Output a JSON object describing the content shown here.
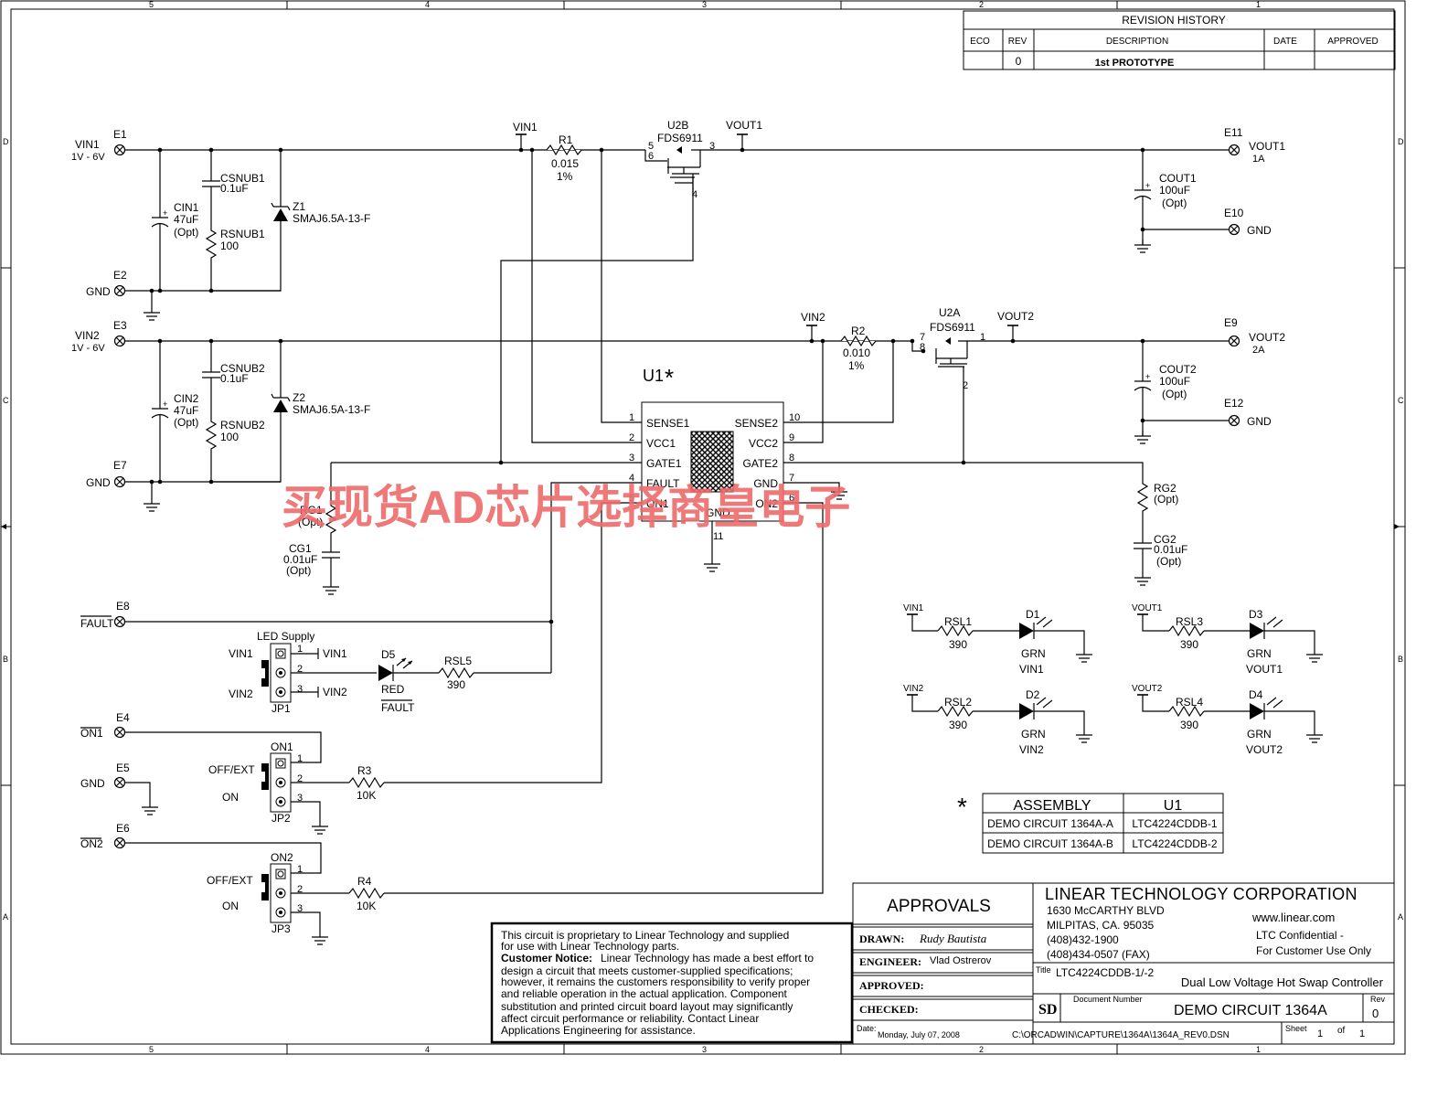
{
  "border": {
    "columns": [
      "5",
      "4",
      "3",
      "2",
      "1"
    ],
    "rows": [
      "D",
      "C",
      "B",
      "A"
    ]
  },
  "revision_history": {
    "title": "REVISION HISTORY",
    "headers": [
      "ECO",
      "REV",
      "DESCRIPTION",
      "DATE",
      "APPROVED"
    ],
    "rows": [
      {
        "eco": "",
        "rev": "0",
        "description": "1st PROTOTYPE",
        "date": "",
        "approved": ""
      }
    ]
  },
  "connectors": {
    "e1": {
      "ref": "E1",
      "net": "VIN1",
      "range": "1V - 6V"
    },
    "e2": {
      "ref": "E2",
      "net": "GND"
    },
    "e3": {
      "ref": "E3",
      "net": "VIN2",
      "range": "1V - 6V"
    },
    "e7": {
      "ref": "E7",
      "net": "GND"
    },
    "e11": {
      "ref": "E11",
      "net": "VOUT1",
      "current": "1A"
    },
    "e10": {
      "ref": "E10",
      "net": "GND"
    },
    "e9": {
      "ref": "E9",
      "net": "VOUT2",
      "current": "2A"
    },
    "e12": {
      "ref": "E12",
      "net": "GND"
    },
    "e8": {
      "ref": "E8",
      "net": "FAULT"
    },
    "e4": {
      "ref": "E4",
      "net": "ON1"
    },
    "e5": {
      "ref": "E5",
      "net": "GND"
    },
    "e6": {
      "ref": "E6",
      "net": "ON2"
    }
  },
  "components": {
    "cin1": {
      "ref": "CIN1",
      "value": "47uF",
      "note": "(Opt)"
    },
    "csnub1": {
      "ref": "CSNUB1",
      "value": "0.1uF"
    },
    "rsnub1": {
      "ref": "RSNUB1",
      "value": "100"
    },
    "z1": {
      "ref": "Z1",
      "value": "SMAJ6.5A-13-F"
    },
    "cin2": {
      "ref": "CIN2",
      "value": "47uF",
      "note": "(Opt)"
    },
    "csnub2": {
      "ref": "CSNUB2",
      "value": "0.1uF"
    },
    "rsnub2": {
      "ref": "RSNUB2",
      "value": "100"
    },
    "z2": {
      "ref": "Z2",
      "value": "SMAJ6.5A-13-F"
    },
    "r1": {
      "ref": "R1",
      "value": "0.015",
      "tol": "1%"
    },
    "r2": {
      "ref": "R2",
      "value": "0.010",
      "tol": "1%"
    },
    "u2b": {
      "ref": "U2B",
      "value": "FDS6911",
      "pins": [
        "5",
        "6",
        "3",
        "4"
      ]
    },
    "u2a": {
      "ref": "U2A",
      "value": "FDS6911",
      "pins": [
        "7",
        "8",
        "1",
        "2"
      ]
    },
    "cout1": {
      "ref": "COUT1",
      "value": "100uF",
      "note": "(Opt)"
    },
    "cout2": {
      "ref": "COUT2",
      "value": "100uF",
      "note": "(Opt)"
    },
    "rg1": {
      "ref": "RG1",
      "note": "(Opt)"
    },
    "cg1": {
      "ref": "CG1",
      "value": "0.01uF",
      "note": "(Opt)"
    },
    "rg2": {
      "ref": "RG2",
      "note": "(Opt)"
    },
    "cg2": {
      "ref": "CG2",
      "value": "0.01uF",
      "note": "(Opt)"
    },
    "r3": {
      "ref": "R3",
      "value": "10K"
    },
    "r4": {
      "ref": "R4",
      "value": "10K"
    },
    "rsl5": {
      "ref": "RSL5",
      "value": "390"
    },
    "d5": {
      "ref": "D5",
      "color": "RED",
      "label": "FAULT"
    },
    "rsl1": {
      "ref": "RSL1",
      "value": "390"
    },
    "rsl2": {
      "ref": "RSL2",
      "value": "390"
    },
    "rsl3": {
      "ref": "RSL3",
      "value": "390"
    },
    "rsl4": {
      "ref": "RSL4",
      "value": "390"
    },
    "d1": {
      "ref": "D1",
      "color": "GRN",
      "label": "VIN1"
    },
    "d2": {
      "ref": "D2",
      "color": "GRN",
      "label": "VIN2"
    },
    "d3": {
      "ref": "D3",
      "color": "GRN",
      "label": "VOUT1"
    },
    "d4": {
      "ref": "D4",
      "color": "GRN",
      "label": "VOUT2"
    }
  },
  "nets": {
    "vin1": "VIN1",
    "vin2": "VIN2",
    "vout1": "VOUT1",
    "vout2": "VOUT2"
  },
  "u1": {
    "ref": "U1",
    "marker": "*",
    "left_pins": [
      {
        "num": "1",
        "name": "SENSE1"
      },
      {
        "num": "2",
        "name": "VCC1"
      },
      {
        "num": "3",
        "name": "GATE1"
      },
      {
        "num": "4",
        "name": "FAULT"
      },
      {
        "num": "5",
        "name": "ON1"
      }
    ],
    "right_pins": [
      {
        "num": "10",
        "name": "SENSE2"
      },
      {
        "num": "9",
        "name": "VCC2"
      },
      {
        "num": "8",
        "name": "GATE2"
      },
      {
        "num": "7",
        "name": "GND"
      },
      {
        "num": "6",
        "name": "ON2"
      }
    ],
    "bottom_pin": {
      "num": "11",
      "name": "GND"
    }
  },
  "jumpers": {
    "jp1": {
      "ref": "JP1",
      "title": "LED Supply",
      "left_top": "VIN1",
      "left_bottom": "VIN2",
      "pins": [
        "1",
        "2",
        "3"
      ],
      "pin1_net": "VIN1",
      "pin3_net": "VIN2"
    },
    "jp2": {
      "ref": "JP2",
      "title": "ON1",
      "left_top": "OFF/EXT",
      "left_bottom": "ON",
      "pins": [
        "1",
        "2",
        "3"
      ]
    },
    "jp3": {
      "ref": "JP3",
      "title": "ON2",
      "left_top": "OFF/EXT",
      "left_bottom": "ON",
      "pins": [
        "1",
        "2",
        "3"
      ]
    }
  },
  "assembly": {
    "marker": "*",
    "headers": [
      "ASSEMBLY",
      "U1"
    ],
    "rows": [
      [
        "DEMO CIRCUIT 1364A-A",
        "LTC4224CDDB-1"
      ],
      [
        "DEMO CIRCUIT 1364A-B",
        "LTC4224CDDB-2"
      ]
    ]
  },
  "notice": {
    "line1": "This circuit is proprietary to Linear Technology and supplied",
    "line2": "for use with Linear Technology parts.",
    "bold": "Customer Notice:",
    "line3": "Linear Technology has made a best effort to",
    "line4": "design a circuit that meets customer-supplied specifications;",
    "line5": "however, it remains the customers responsibility to verify proper",
    "line6": "and reliable operation in the actual application. Component",
    "line7": "substitution and printed circuit board layout may significantly",
    "line8": "affect circuit performance or reliability. Contact Linear",
    "line9": "Applications Engineering for assistance."
  },
  "approvals": {
    "title": "APPROVALS",
    "drawn_label": "DRAWN:",
    "drawn": "Rudy Bautista",
    "engineer_label": "ENGINEER:",
    "engineer": "Vlad Ostrerov",
    "approved_label": "APPROVED:",
    "checked_label": "CHECKED:",
    "date_label": "Date:",
    "date": "Monday, July 07, 2008"
  },
  "title_block": {
    "company": "LINEAR TECHNOLOGY CORPORATION",
    "address1": "1630 McCARTHY BLVD",
    "address2": "MILPITAS, CA. 95035",
    "phone": "(408)432-1900",
    "fax": "(408)434-0507 (FAX)",
    "web": "www.linear.com",
    "conf1": "LTC Confidential -",
    "conf2": "For Customer Use Only",
    "title_label": "Title",
    "part": "LTC4224CDDB-1/-2",
    "title": "Dual Low Voltage Hot Swap Controller",
    "size": "SD",
    "docnum_label": "Document Number",
    "docnum": "DEMO CIRCUIT 1364A",
    "rev_label": "Rev",
    "rev": "0",
    "path": "C:\\ORCADWIN\\CAPTURE\\1364A\\1364A_REV0.DSN",
    "sheet_label": "Sheet",
    "sheet": "1",
    "of_label": "of",
    "sheets": "1"
  },
  "watermark": "买现货AD芯片选择商皇电子"
}
